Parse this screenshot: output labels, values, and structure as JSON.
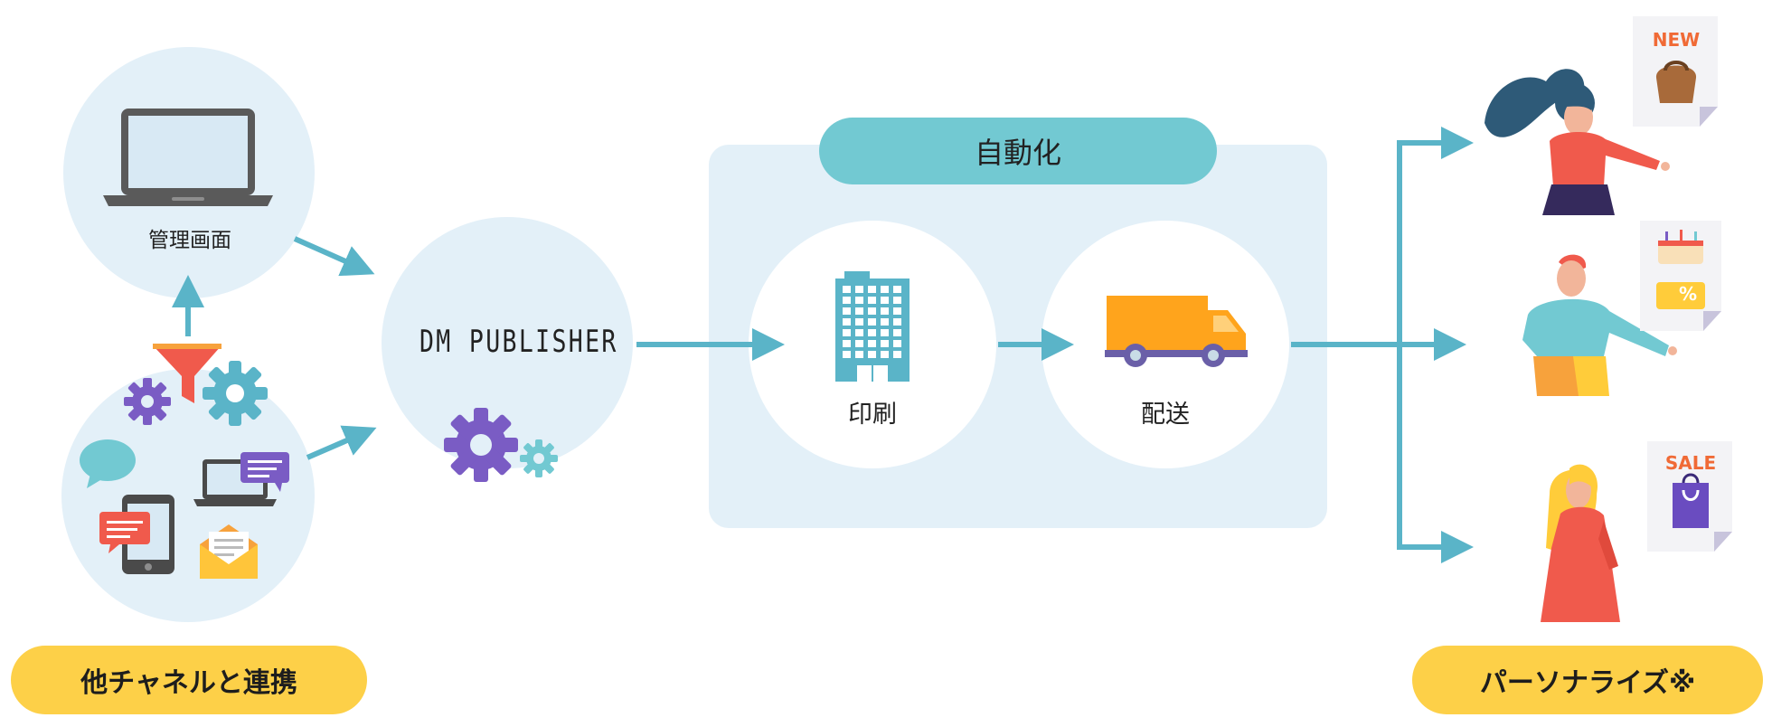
{
  "colors": {
    "light_blue_bg": "#e3f0f8",
    "teal": "#5ab4c8",
    "teal_pill": "#72c9d2",
    "yellow_pill": "#fdd048",
    "purple": "#7a5cc4",
    "orange_truck": "#ffa41c"
  },
  "admin": {
    "label": "管理画面"
  },
  "publisher": {
    "brand": "DM PUBLISHER"
  },
  "automation": {
    "title": "自動化",
    "print_label": "印刷",
    "delivery_label": "配送"
  },
  "coupons": {
    "new_label": "NEW",
    "sale_label": "SALE",
    "percent_label": "%"
  },
  "bottom": {
    "left_pill": "他チャネルと連携",
    "right_pill": "パーソナライズ※"
  }
}
